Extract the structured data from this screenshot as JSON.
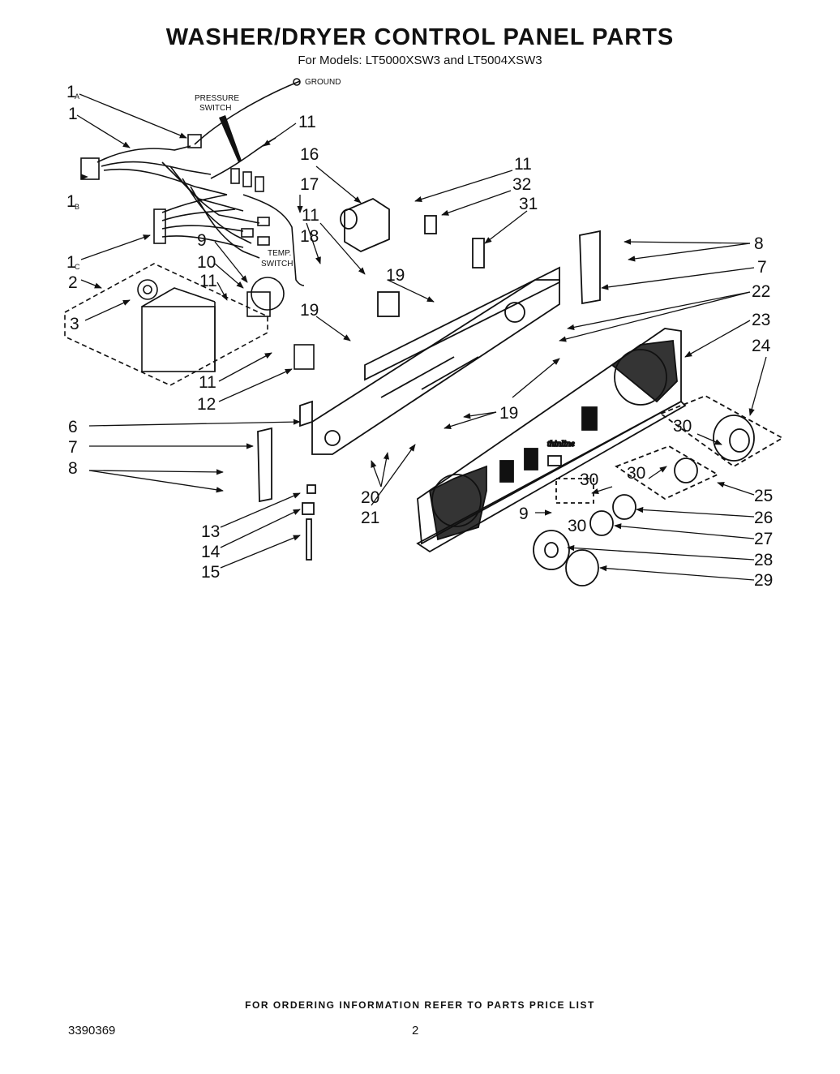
{
  "header": {
    "title": "WASHER/DRYER CONTROL PANEL PARTS",
    "subtitle": "For Models: LT5000XSW3 and LT5004XSW3"
  },
  "captions": {
    "ground": "GROUND",
    "pressure_switch_1": "PRESSURE",
    "pressure_switch_2": "SWITCH",
    "temp_switch_1": "TEMP.",
    "temp_switch_2": "SWITCH",
    "brand": "thinline"
  },
  "callouts": {
    "c1A": {
      "main": "1",
      "sub": "A"
    },
    "c1": "1",
    "c1B": {
      "main": "1",
      "sub": "B"
    },
    "c1C": {
      "main": "1",
      "sub": "C"
    },
    "c2": "2",
    "c3": "3",
    "c6": "6",
    "c7_left": "7",
    "c8_left": "8",
    "c9_upper": "9",
    "c10": "10",
    "c11_a": "11",
    "c11_b": "11",
    "c11_c": "11",
    "c11_d": "11",
    "c11_e": "11",
    "c12": "12",
    "c13": "13",
    "c14": "14",
    "c15": "15",
    "c16": "16",
    "c17": "17",
    "c18": "18",
    "c19_a": "19",
    "c19_b": "19",
    "c19_c": "19",
    "c20": "20",
    "c21": "21",
    "c32": "32",
    "c31": "31",
    "c8_right": "8",
    "c7_right": "7",
    "c22": "22",
    "c23": "23",
    "c24": "24",
    "c30_a": "30",
    "c30_b": "30",
    "c30_c": "30",
    "c30_d": "30",
    "c25": "25",
    "c26": "26",
    "c9_lower": "9",
    "c27": "27",
    "c28": "28",
    "c29": "29"
  },
  "footer": {
    "ordering_note": "FOR ORDERING INFORMATION REFER TO PARTS PRICE LIST",
    "doc_number": "3390369",
    "page": "2"
  }
}
